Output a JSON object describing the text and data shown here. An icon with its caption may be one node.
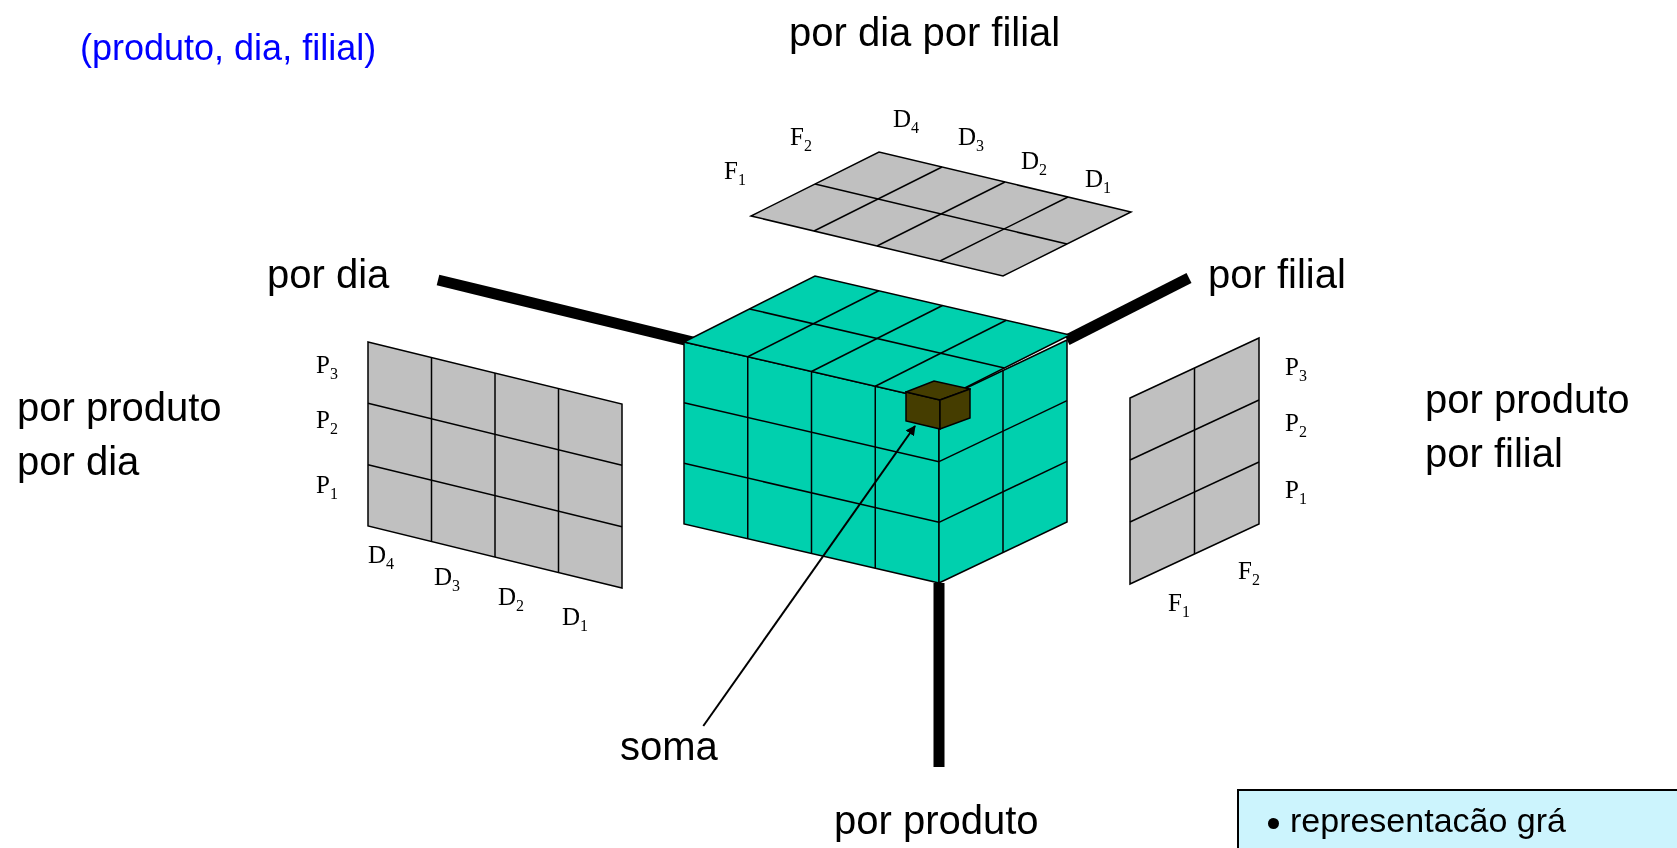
{
  "diagram": {
    "nodes": [
      {
        "text": [
          "soma"
        ]
      },
      {
        "text": [],
        "shape": "box"
      }
    ],
    "edges": [
      {
        "from": 0,
        "to": 1,
        "arrow": "to"
      }
    ],
    "labels": [
      "(produto, dia, filial)",
      "por dia por filial",
      "F$_{1}$",
      "F$_{2}$",
      "D$_{4}$",
      "D$_{3}$",
      "D$_{2}$",
      "D$_{1}$",
      "por dia",
      "por filial",
      "P$_{3}$",
      "P$_{2}$",
      "P$_{1}$",
      "por produto por dia",
      "P$_{3}$",
      "P$_{2}$",
      "P$_{1}$",
      "por produto por filial",
      "D$_{4}$",
      "D$_{3}$",
      "D$_{2}$",
      "D$_{1}$",
      "F$_{2}$",
      "F$_{1}$",
      "por produto",
      "representacão grá"
    ]
  }
}
